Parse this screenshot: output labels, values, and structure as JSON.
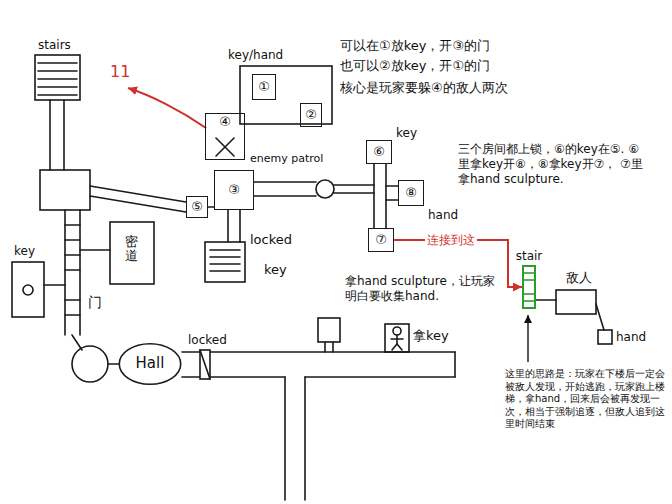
{
  "diagram": {
    "nodes": [
      {
        "text": [
          "①"
        ]
      },
      {
        "text": [
          "②"
        ]
      },
      {
        "text": [
          "④"
        ]
      },
      {
        "text": [
          "③"
        ]
      },
      {
        "text": [
          "⑤"
        ]
      },
      {
        "text": [
          "⑥"
        ]
      },
      {
        "text": [
          "⑧"
        ]
      },
      {
        "text": [
          "⑦"
        ]
      },
      {
        "text": [
          "Hall"
        ]
      },
      {
        "text": [
          "stair"
        ]
      }
    ],
    "edges": [
      {
        "from": 7,
        "to": 9,
        "arrow": "to",
        "label": "连接到这"
      }
    ],
    "labels": [
      "key/hand",
      "可以在①放key，开③的门",
      "也可以②放key，开①的门",
      "核心是玩家要躲④的敌人两次",
      "11",
      "stairs",
      "enemy patrol",
      "key",
      "三个房间都上锁，⑥的key在⑤. ⑥里拿key开⑧，⑧拿key开⑦， ⑦里拿hand sculpture.",
      "hand",
      "locked",
      "key",
      "key",
      "密道",
      "门",
      "locked",
      "拿hand sculpture，让玩家明白要收集hand.",
      "拿key",
      "敌人",
      "hand",
      "这里的思路是：玩家在下楼后一定会被敌人发现，开始逃跑，玩家跑上楼梯，拿hand，回来后会被再发现一次，相当于强制追逐，但敌人追到这里时间结束"
    ]
  }
}
